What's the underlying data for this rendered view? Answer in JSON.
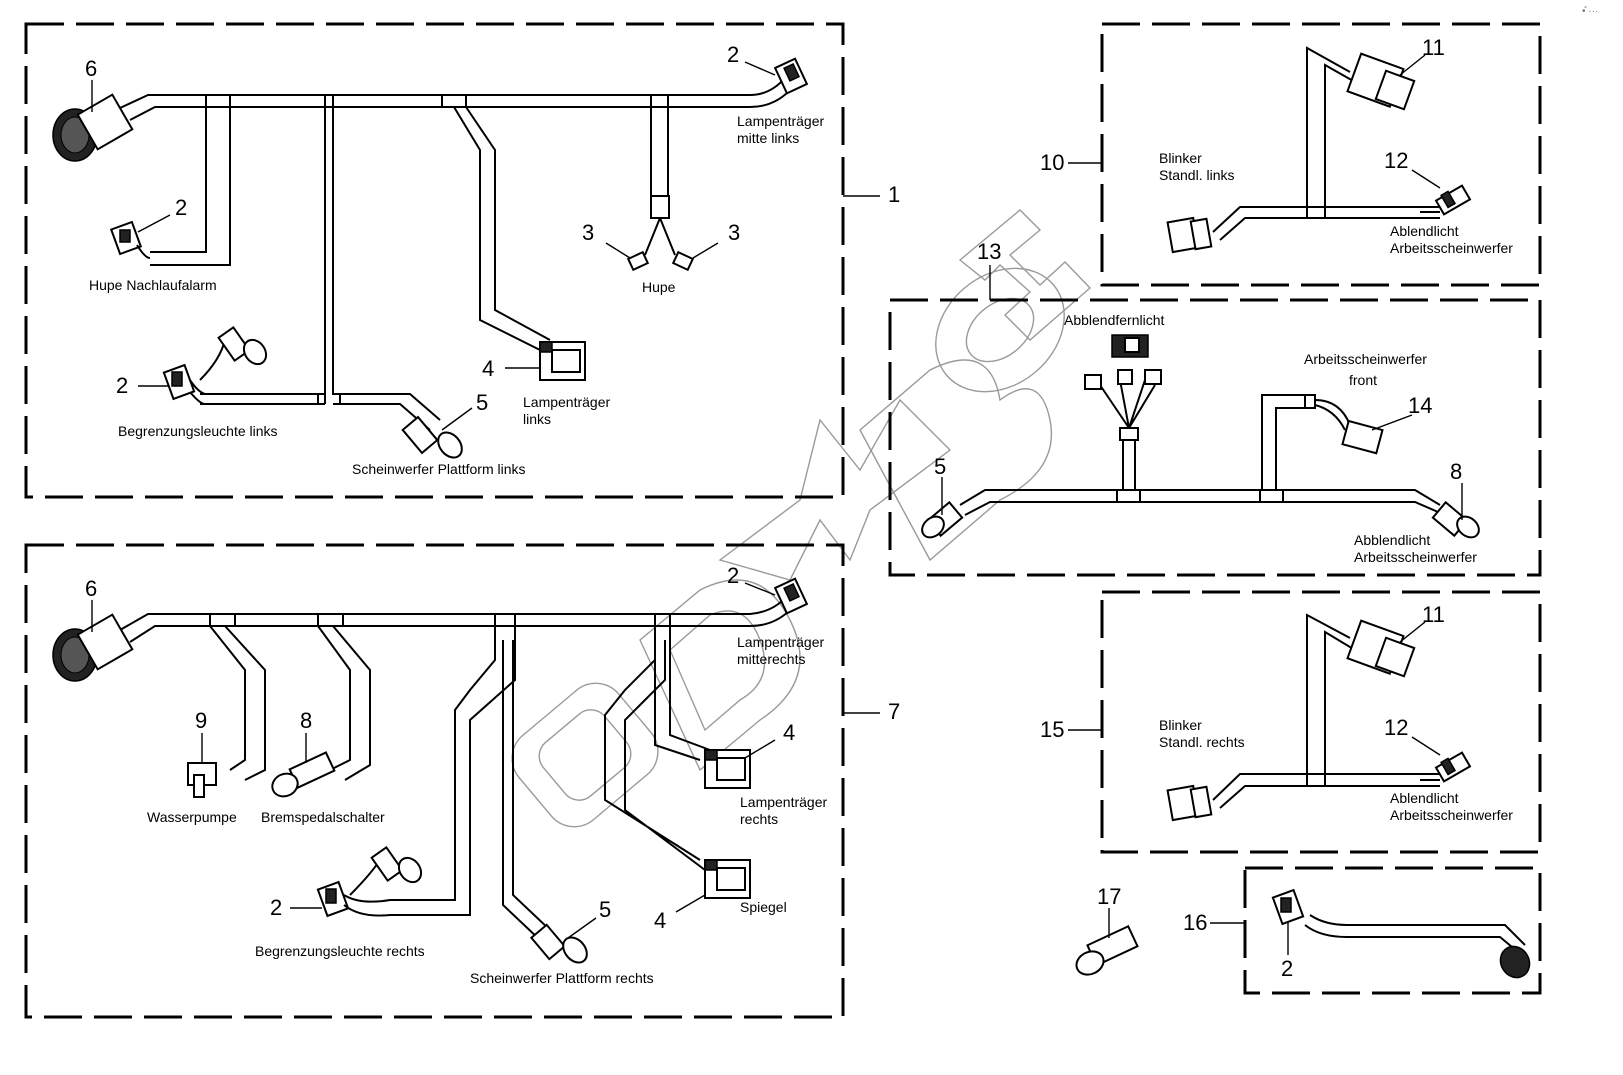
{
  "diagram": {
    "type": "wiring harness exploded parts diagram",
    "corner_mark": "•̊ ···",
    "watermark": "DMBOH",
    "groups": [
      {
        "id": "1",
        "callout": "1",
        "parts": [
          {
            "num": "6",
            "label": ""
          },
          {
            "num": "2",
            "label": "Lampenträger mitte links",
            "label_lines": [
              "Lampenträger",
              "mitte links"
            ]
          },
          {
            "num": "2",
            "label": "Hupe Nachlaufalarm"
          },
          {
            "num": "3",
            "label": ""
          },
          {
            "num": "3",
            "label": ""
          },
          {
            "num": "",
            "label": "Hupe"
          },
          {
            "num": "2",
            "label": "Begrenzungsleuchte links"
          },
          {
            "num": "4",
            "label": "Lampenträger links",
            "label_lines": [
              "Lampenträger",
              "links"
            ]
          },
          {
            "num": "5",
            "label": "Scheinwerfer Plattform links"
          }
        ]
      },
      {
        "id": "7",
        "callout": "7",
        "parts": [
          {
            "num": "6",
            "label": ""
          },
          {
            "num": "2",
            "label": "Lampenträger mitterechts",
            "label_lines": [
              "Lampenträger",
              "mitterechts"
            ]
          },
          {
            "num": "9",
            "label": "Wasserpumpe"
          },
          {
            "num": "8",
            "label": "Bremspedalschalter"
          },
          {
            "num": "4",
            "label": "Lampenträger rechts",
            "label_lines": [
              "Lampenträger",
              "rechts"
            ]
          },
          {
            "num": "2",
            "label": "Begrenzungsleuchte rechts"
          },
          {
            "num": "5",
            "label": "Scheinwerfer Plattform rechts"
          },
          {
            "num": "4",
            "label": "Spiegel"
          }
        ]
      },
      {
        "id": "10",
        "callout": "10",
        "parts": [
          {
            "num": "11",
            "label": ""
          },
          {
            "num": "",
            "label": "Blinker Standl. links",
            "label_lines": [
              "Blinker",
              "Standl. links"
            ]
          },
          {
            "num": "12",
            "label": "Ablendlicht Arbeitsscheinwerfer",
            "label_lines": [
              "Ablendlicht",
              "Arbeitsscheinwerfer"
            ]
          }
        ]
      },
      {
        "id": "13",
        "callout": "13",
        "parts": [
          {
            "num": "",
            "label": "Abblendfernlicht"
          },
          {
            "num": "",
            "label": "Arbeitsscheinwerfer front",
            "label_lines": [
              "Arbeitsscheinwerfer",
              "front"
            ]
          },
          {
            "num": "14",
            "label": ""
          },
          {
            "num": "5",
            "label": ""
          },
          {
            "num": "8",
            "label": "Abblendlicht Arbeitsscheinwerfer",
            "label_lines": [
              "Abblendlicht",
              "Arbeitsscheinwerfer"
            ]
          }
        ]
      },
      {
        "id": "15",
        "callout": "15",
        "parts": [
          {
            "num": "11",
            "label": ""
          },
          {
            "num": "",
            "label": "Blinker Standl. rechts",
            "label_lines": [
              "Blinker",
              "Standl. rechts"
            ]
          },
          {
            "num": "12",
            "label": "Ablendlicht Arbeitsscheinwerfer",
            "label_lines": [
              "Ablendlicht",
              "Arbeitsscheinwerfer"
            ]
          }
        ]
      },
      {
        "id": "16",
        "callout": "16",
        "parts": [
          {
            "num": "2",
            "label": ""
          }
        ]
      },
      {
        "id": "17",
        "callout": "17",
        "parts": []
      }
    ]
  }
}
